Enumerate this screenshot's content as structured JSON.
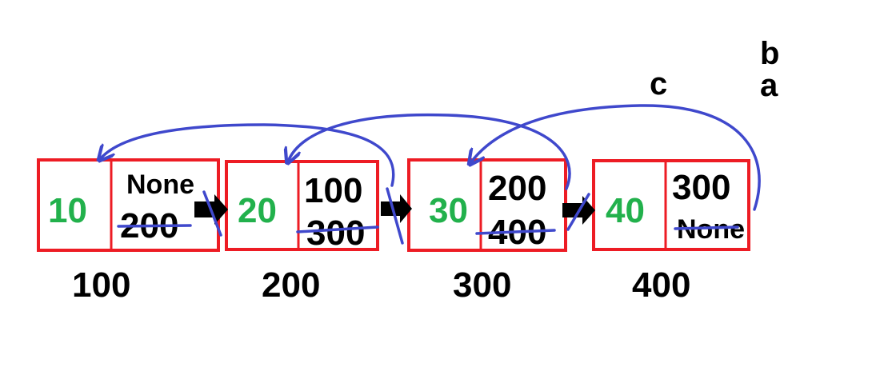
{
  "colors": {
    "box_border": "#ed1c24",
    "value_text": "#22b14c",
    "annotation": "#3f48cc",
    "text": "#000000",
    "background": "#ffffff"
  },
  "nodes": [
    {
      "value": "10",
      "pointer_top": "None",
      "pointer_bottom": "200",
      "address": "100"
    },
    {
      "value": "20",
      "pointer_top": "100",
      "pointer_bottom": "300",
      "address": "200"
    },
    {
      "value": "30",
      "pointer_top": "200",
      "pointer_bottom": "400",
      "address": "300"
    },
    {
      "value": "40",
      "pointer_top": "300",
      "pointer_bottom": "None",
      "address": "400"
    }
  ],
  "labels": {
    "b": "b",
    "a": "a",
    "c": "c"
  }
}
